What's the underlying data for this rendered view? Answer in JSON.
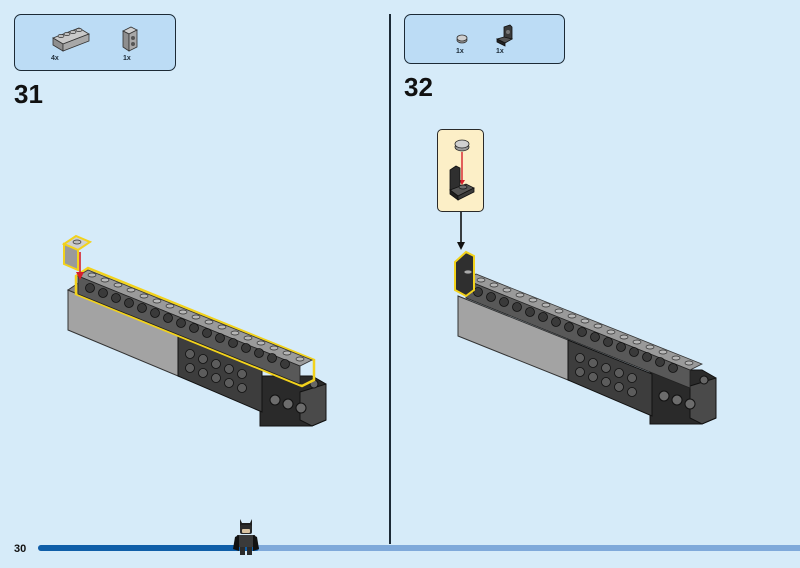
{
  "page": {
    "number": "30",
    "progress_fraction": 0.29
  },
  "steps": [
    {
      "number": "31",
      "parts": [
        {
          "qty": "4x",
          "icon": "brick-1x4-light-gray"
        },
        {
          "qty": "1x",
          "icon": "bracket-light-gray"
        }
      ]
    },
    {
      "number": "32",
      "parts": [
        {
          "qty": "1x",
          "icon": "round-plate-light-gray"
        },
        {
          "qty": "1x",
          "icon": "bracket-dark-gray"
        }
      ]
    }
  ],
  "colors": {
    "background": "#d6ebf9",
    "parts_box": "#bcdcf5",
    "callout": "#fcefc7",
    "highlight": "#f2d21c",
    "arrow": "#d6202a",
    "progress": "#0f5ea8"
  }
}
